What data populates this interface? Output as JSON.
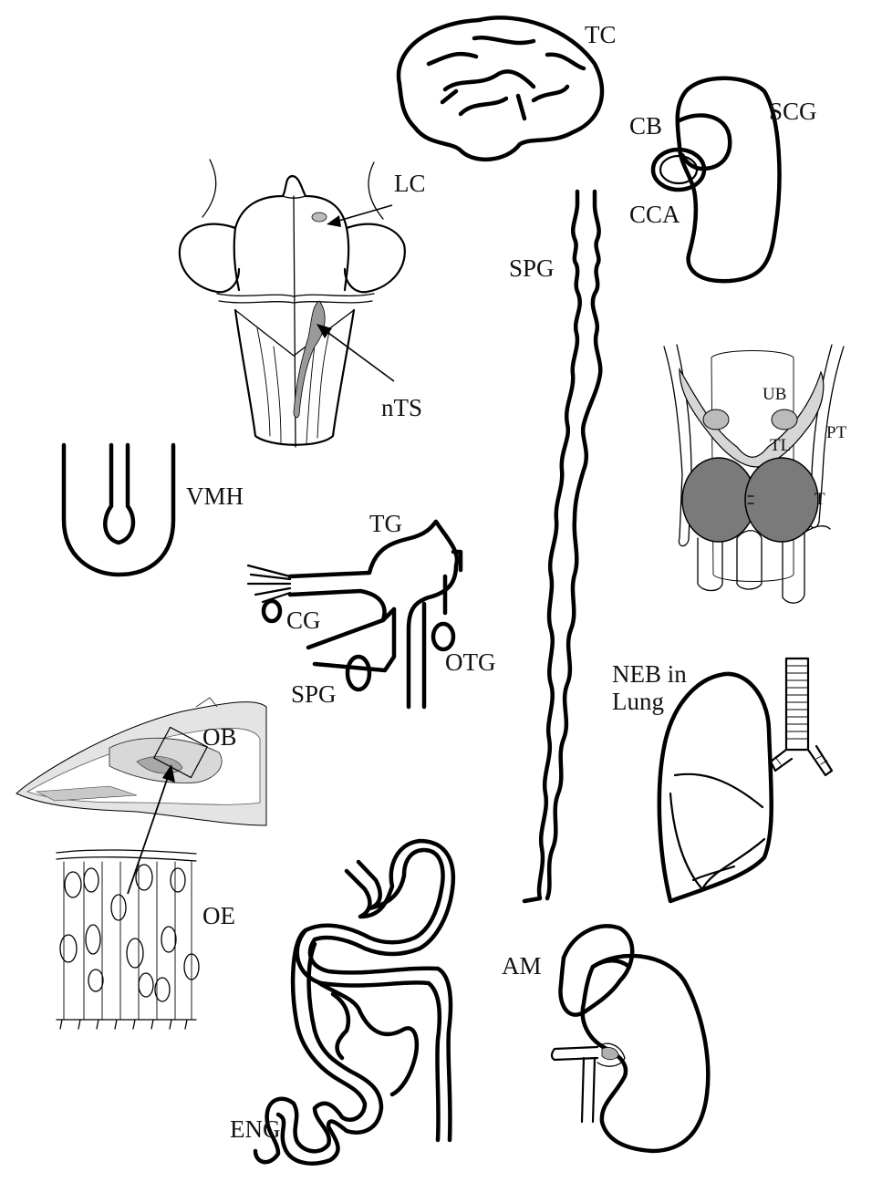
{
  "labels": {
    "tc": "TC",
    "scg": "SCG",
    "cb": "CB",
    "cca": "CCA",
    "lc": "LC",
    "nts": "nTS",
    "spg_chain": "SPG",
    "ub": "UB",
    "pt": "PT",
    "tl": "TL",
    "t": "T",
    "vmh": "VMH",
    "tg": "TG",
    "cg": "CG",
    "otg": "OTG",
    "spg_ganglion": "SPG",
    "neb_line1": "NEB in",
    "neb_line2": "Lung",
    "ob": "OB",
    "oe": "OE",
    "am": "AM",
    "eng": "ENG"
  },
  "colors": {
    "ink": "#000000",
    "thyroid_fill": "#7a7a7a",
    "thymus_fill": "#d6d6d6",
    "nts_fill": "#9a9a9a",
    "bone_fill": "#c8c8c8"
  }
}
